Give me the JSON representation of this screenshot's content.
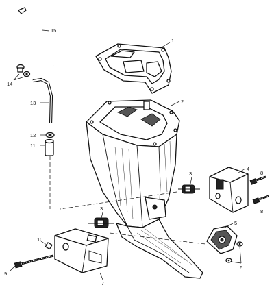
{
  "callouts": {
    "c1": "1",
    "c2": "2",
    "c3a": "3",
    "c3b": "3",
    "c4": "4",
    "c5": "5",
    "c6": "6",
    "c7": "7",
    "c8a": "8",
    "c8b": "8",
    "c9": "9",
    "c10": "10",
    "c11": "11",
    "c12": "12",
    "c13": "13",
    "c14": "14",
    "c15": "15"
  }
}
